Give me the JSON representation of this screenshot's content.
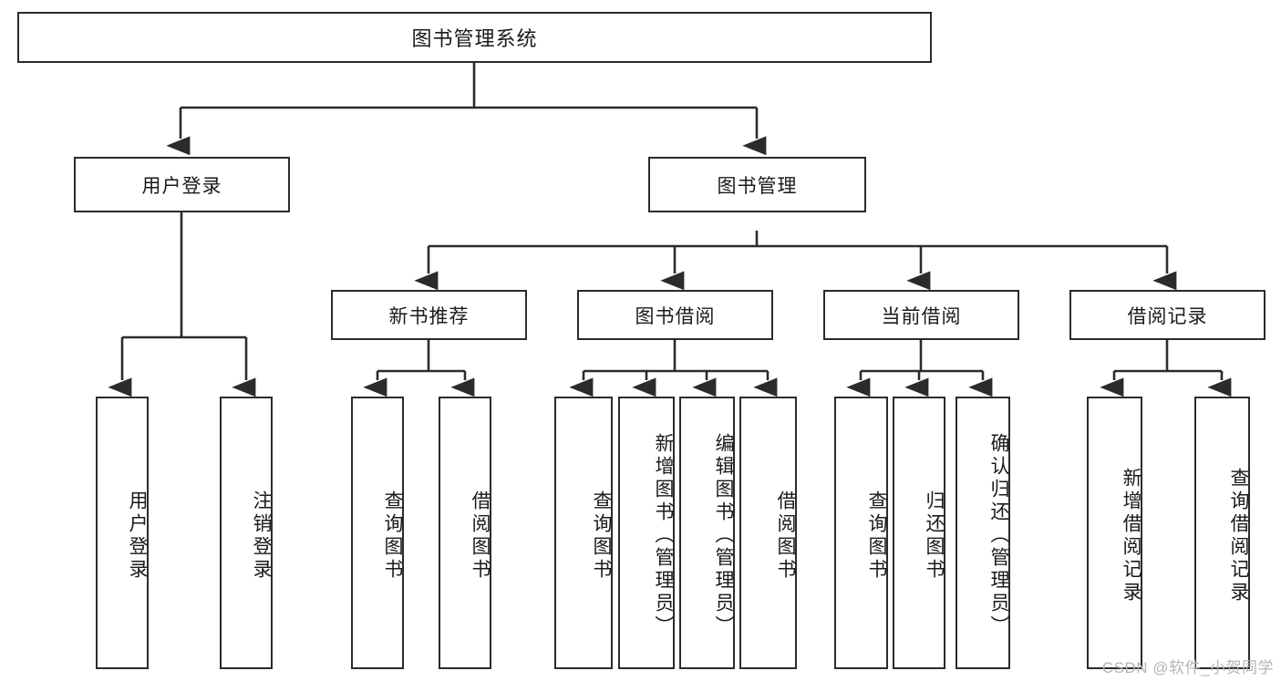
{
  "diagram": {
    "title": "图书管理系统",
    "type": "hierarchy-tree",
    "watermark": "CSDN @软件_小贺同学",
    "colors": {
      "stroke": "#2b2b2b",
      "fill": "#ffffff",
      "text": "#1a1a1a",
      "watermark": "#b4b4b4"
    },
    "levels": {
      "root": {
        "label": "图书管理系统"
      },
      "level1": [
        {
          "label": "用户登录"
        },
        {
          "label": "图书管理"
        }
      ],
      "level2": [
        {
          "label": "新书推荐"
        },
        {
          "label": "图书借阅"
        },
        {
          "label": "当前借阅"
        },
        {
          "label": "借阅记录"
        }
      ],
      "leaves": [
        {
          "label": "用户登录"
        },
        {
          "label": "注销登录"
        },
        {
          "label": "查询图书"
        },
        {
          "label": "借阅图书"
        },
        {
          "label": "查询图书"
        },
        {
          "label": "新增图书（管理员）"
        },
        {
          "label": "编辑图书（管理员）"
        },
        {
          "label": "借阅图书"
        },
        {
          "label": "查询图书"
        },
        {
          "label": "归还图书"
        },
        {
          "label": "确认归还（管理员）"
        },
        {
          "label": "新增借阅记录"
        },
        {
          "label": "查询借阅记录"
        }
      ]
    },
    "groups": [
      {
        "parent": "用户登录",
        "children": [
          "用户登录",
          "注销登录"
        ]
      },
      {
        "parent": "新书推荐",
        "children": [
          "查询图书",
          "借阅图书"
        ]
      },
      {
        "parent": "图书借阅",
        "children": [
          "查询图书",
          "新增图书（管理员）",
          "编辑图书（管理员）",
          "借阅图书"
        ]
      },
      {
        "parent": "当前借阅",
        "children": [
          "查询图书",
          "归还图书",
          "确认归还（管理员）"
        ]
      },
      {
        "parent": "借阅记录",
        "children": [
          "新增借阅记录",
          "查询借阅记录"
        ]
      }
    ]
  }
}
